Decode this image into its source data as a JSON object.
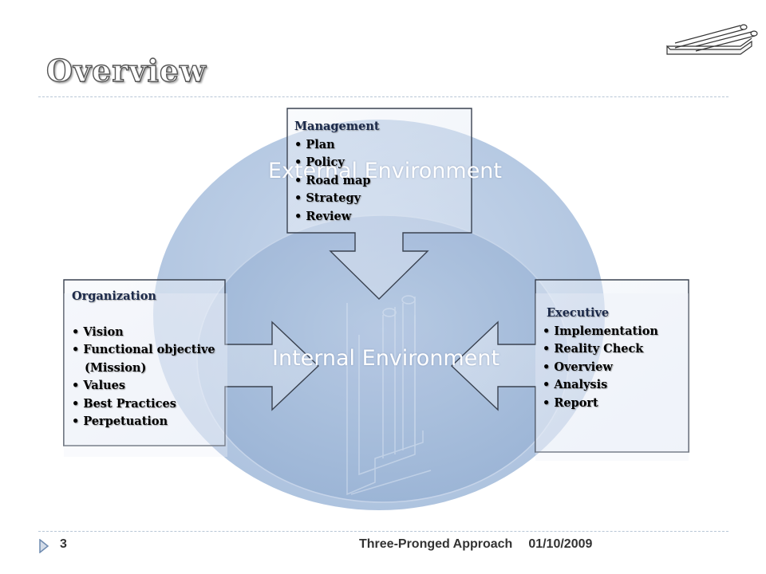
{
  "slide": {
    "title": "Overview"
  },
  "diagram": {
    "external_label": "External Environment",
    "internal_label": "Internal Environment",
    "management": {
      "heading": "Management",
      "items": [
        "• Plan",
        "• Policy",
        "• Road map",
        "• Strategy",
        "• Review"
      ]
    },
    "organization": {
      "heading": "Organization",
      "items": [
        "•  Vision",
        "•  Functional objective",
        "(Mission)",
        "•  Values",
        "•  Best Practices",
        "•  Perpetuation"
      ]
    },
    "executive": {
      "heading": "Executive",
      "items": [
        "• Implementation",
        "• Reality Check",
        "• Overview",
        "•  Analysis",
        "• Report"
      ]
    }
  },
  "footer": {
    "page_number": "3",
    "presentation_title": "Three-Pronged Approach",
    "date": "01/10/2009"
  },
  "colors": {
    "ellipse_fill": "#a9bfdc",
    "box_border": "#3a4250",
    "rule": "#b8c6d6"
  }
}
